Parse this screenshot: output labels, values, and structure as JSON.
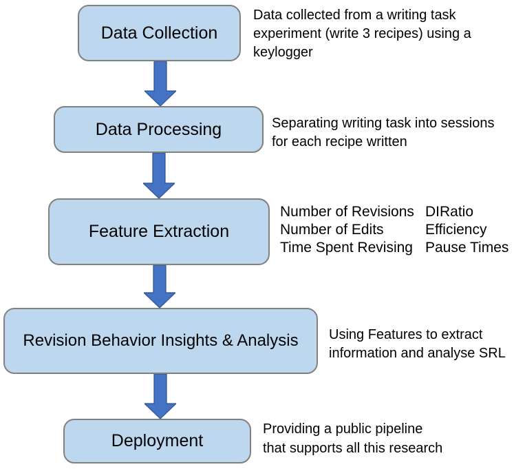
{
  "diagram": {
    "title": "Research pipeline flowchart",
    "colors": {
      "box_fill": "#BDD7EE",
      "box_border": "#808080",
      "arrow_fill": "#4472C4",
      "arrow_border": "#2F528F",
      "text_color": "#1a1a1a"
    },
    "stages": [
      {
        "label": "Data Collection",
        "note": [
          "Data collected from a writing task",
          "experiment (write 3 recipes) using a",
          "keylogger"
        ]
      },
      {
        "label": "Data Processing",
        "note": [
          "Separating writing task into sessions",
          "for each recipe written"
        ]
      },
      {
        "label": "Feature Extraction",
        "note_col1": [
          "Number of Revisions",
          "Number of Edits",
          "Time Spent Revising"
        ],
        "note_col2": [
          "DIRatio",
          "Efficiency",
          "Pause Times"
        ]
      },
      {
        "label": "Revision Behavior Insights & Analysis",
        "note": [
          "Using Features to extract",
          "information and analyse SRL"
        ]
      },
      {
        "label": "Deployment",
        "note": [
          "Providing a public pipeline",
          "that supports all this research"
        ]
      }
    ]
  }
}
